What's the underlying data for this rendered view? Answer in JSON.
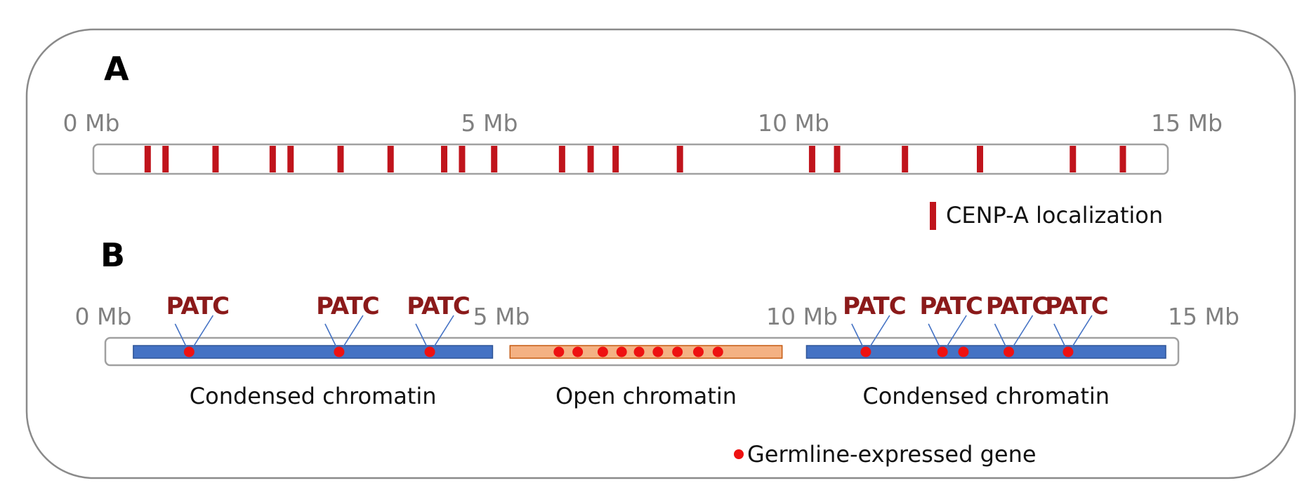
{
  "panel_a": {
    "letter": "A",
    "ticks": [
      {
        "value": 0,
        "label": "0 Mb"
      },
      {
        "value": 5,
        "label": "5 Mb"
      },
      {
        "value": 10,
        "label": "10 Mb"
      },
      {
        "value": 15,
        "label": "15 Mb"
      }
    ],
    "cenp_a_positions_mb": [
      0.75,
      1.0,
      1.7,
      2.5,
      2.75,
      3.45,
      4.15,
      4.9,
      5.15,
      5.6,
      6.55,
      6.95,
      7.3,
      8.2,
      10.05,
      10.4,
      11.35,
      12.4,
      13.7,
      14.4
    ],
    "legend_label": "CENP-A localization",
    "colors": {
      "mark": "#c0141c",
      "bar_fill": "#ffffff",
      "bar_stroke": "#a0a0a0"
    }
  },
  "panel_b": {
    "letter": "B",
    "ticks": [
      {
        "value": 0,
        "label": "0 Mb"
      },
      {
        "value": 5,
        "label": "5 Mb"
      },
      {
        "value": 10,
        "label": "10 Mb"
      },
      {
        "value": 15,
        "label": "15 Mb"
      }
    ],
    "regions": [
      {
        "label": "Condensed chromatin",
        "type": "condensed",
        "start_mb": 0.2,
        "end_mb": 5.35
      },
      {
        "label": "Open chromatin",
        "type": "open",
        "start_mb": 5.6,
        "end_mb": 9.5
      },
      {
        "label": "Condensed chromatin",
        "type": "condensed",
        "start_mb": 9.85,
        "end_mb": 15.0
      }
    ],
    "genes_mb": [
      1.0,
      3.15,
      4.45,
      6.3,
      6.57,
      6.93,
      7.2,
      7.45,
      7.72,
      8.0,
      8.3,
      8.58,
      10.7,
      11.8,
      12.1,
      12.75,
      13.6
    ],
    "patc_labels": [
      {
        "text": "PATC",
        "at_mb": 1.0
      },
      {
        "text": "PATC",
        "at_mb": 3.15
      },
      {
        "text": "PATC",
        "at_mb": 4.45
      },
      {
        "text": "PATC",
        "at_mb": 10.7
      },
      {
        "text": "PATC",
        "at_mb": 11.8
      },
      {
        "text": "PATC",
        "at_mb": 12.75
      },
      {
        "text": "PATC",
        "at_mb": 13.6
      }
    ],
    "legend_label": "Germline-expressed gene",
    "colors": {
      "condensed": "#4472c4",
      "open": "#f4b183",
      "open_stroke": "#c55a11",
      "gene": "#ee1111",
      "patc": "#8b1a1a",
      "patc_line": "#4472c4",
      "bar_stroke": "#a0a0a0"
    }
  }
}
